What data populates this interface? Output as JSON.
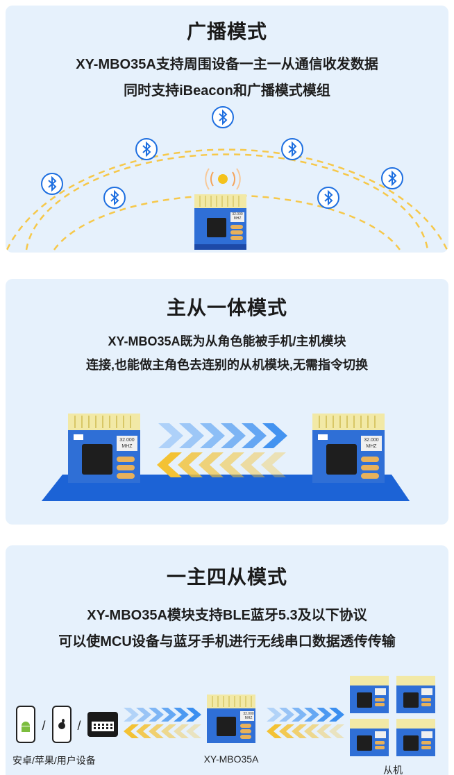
{
  "broadcast": {
    "title": "广播模式",
    "line1": "XY-MBO35A支持周围设备一主一从通信收发数据",
    "line2": "同时支持iBeacon和广播模式模组",
    "crystal": "32.000",
    "crystal_unit": "MHZ"
  },
  "master_slave": {
    "title": "主从一体模式",
    "line1": "XY-MBO35A既为从角色能被手机/主机模块",
    "line2": "连接,也能做主角色去连别的从机模块,无需指令切换",
    "crystal": "32.000",
    "crystal_unit": "MHZ"
  },
  "one_master": {
    "title": "一主四从模式",
    "line1": "XY-MBO35A模块支持BLE蓝牙5.3及以下协议",
    "line2": "可以使MCU设备与蓝牙手机进行无线串口数据透传传输",
    "separator": "/",
    "devices_label": "安卓/苹果/用户设备",
    "module_label": "XY-MBO35A",
    "slaves_label": "从机",
    "crystal": "32.000",
    "crystal_unit": "MHZ"
  },
  "colors": {
    "card_bg": "#e6f1fc",
    "bt_blue": "#1e6fe0",
    "dash_yellow": "#f6c84a",
    "pcb_blue": "#2f6fd6",
    "antenna_yellow": "#f2e9a6",
    "arrow_blue": "#3b8ff0",
    "arrow_yellow": "#f3c234",
    "floor_blue": "#1c63d6"
  },
  "icons": [
    "bluetooth-icon",
    "android-icon",
    "apple-icon",
    "usb-device-icon",
    "signal-icon"
  ]
}
